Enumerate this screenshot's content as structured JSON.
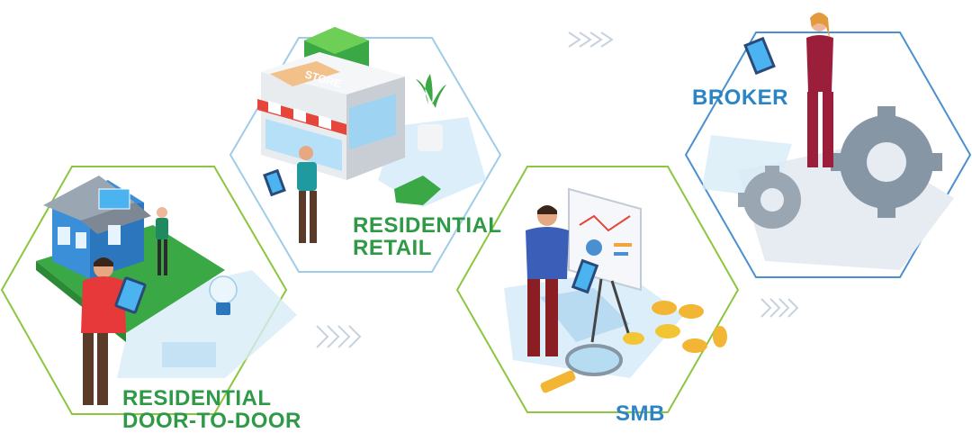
{
  "segments": [
    {
      "id": "door",
      "line1": "RESIDENTIAL",
      "line2": "DOOR-TO-DOOR"
    },
    {
      "id": "retail",
      "line1": "RESIDENTIAL",
      "line2": "RETAIL"
    },
    {
      "id": "smb",
      "line1": "SMB"
    },
    {
      "id": "broker",
      "line1": "BROKER"
    }
  ],
  "store_sign": "STORE",
  "colors": {
    "green": "#2e9a46",
    "blue": "#2b85c4",
    "hex_green": "#8cc63f",
    "hex_blue": "#4a8fd0",
    "pale_blue": "#d8ecf8"
  }
}
